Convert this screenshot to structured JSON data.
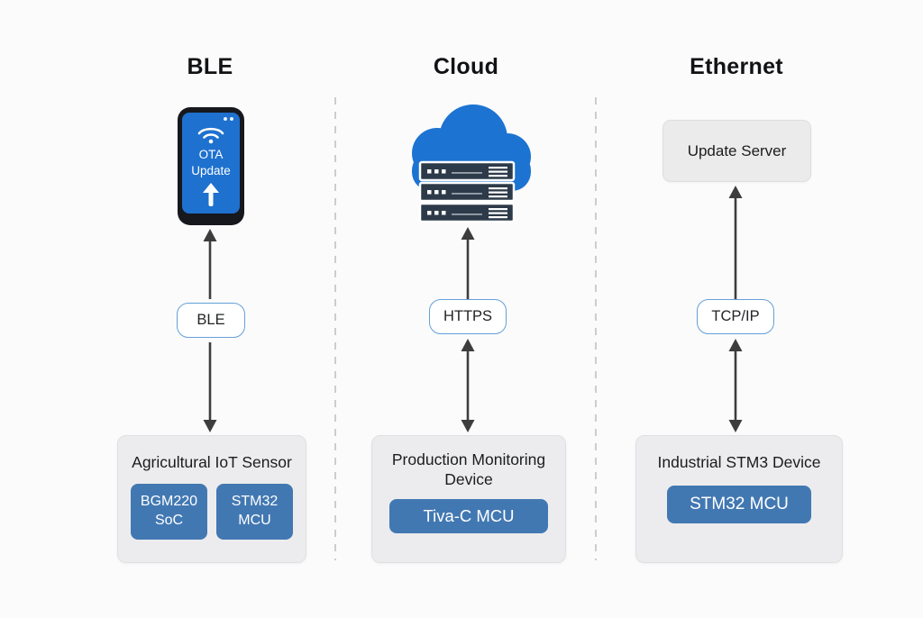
{
  "diagram": {
    "columns": [
      {
        "header": "BLE",
        "phone": {
          "screen_text": "OTA Update"
        },
        "protocol_label": "BLE",
        "device": {
          "title": "Agricultural IoT Sensor",
          "chips": [
            "BGM220 SoC",
            "STM32 MCU"
          ]
        }
      },
      {
        "header": "Cloud",
        "protocol_label": "HTTPS",
        "device": {
          "title": "Production Monitoring Device",
          "chips": [
            "Tiva-C MCU"
          ]
        }
      },
      {
        "header": "Ethernet",
        "server_label": "Update Server",
        "protocol_label": "TCP/IP",
        "device": {
          "title": "Industrial STM3 Device",
          "chips": [
            "STM32 MCU"
          ]
        }
      }
    ],
    "colors": {
      "accent_blue": "#1c73d2",
      "phone_screen_blue": "#1e71cf",
      "chip_blue": "#4278b2",
      "pill_border_blue": "#64a0d8",
      "server_rack_dark": "#2d3a49",
      "arrow_gray": "#3d3d3d",
      "box_gray": "#ececee",
      "background": "#fbfbfc"
    }
  }
}
